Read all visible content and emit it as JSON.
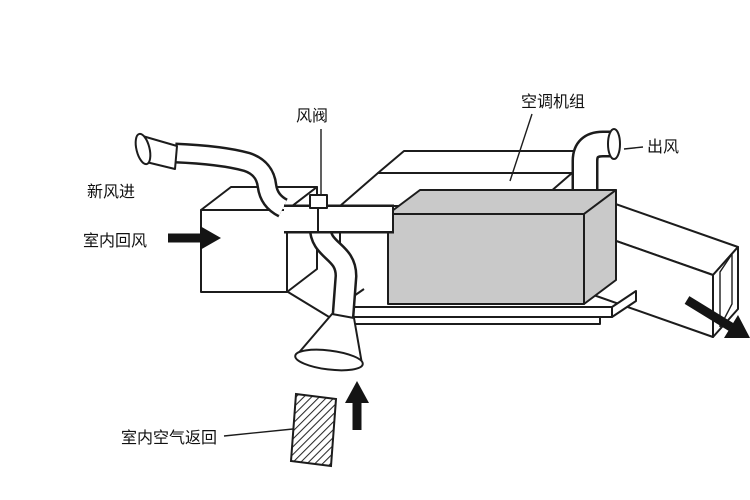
{
  "diagram": {
    "labels": {
      "fresh_air_in": "新风进",
      "damper": "风阀",
      "ahu": "空调机组",
      "air_out": "出风",
      "room_return_air": "室内回风",
      "room_air_return": "室内空气返回"
    },
    "colors": {
      "background": "#ffffff",
      "line": "#1c1c1c",
      "unit_front": "#c9c9c9",
      "unit_top": "#d9d9d9",
      "unit_side": "#b9b9b9"
    }
  }
}
